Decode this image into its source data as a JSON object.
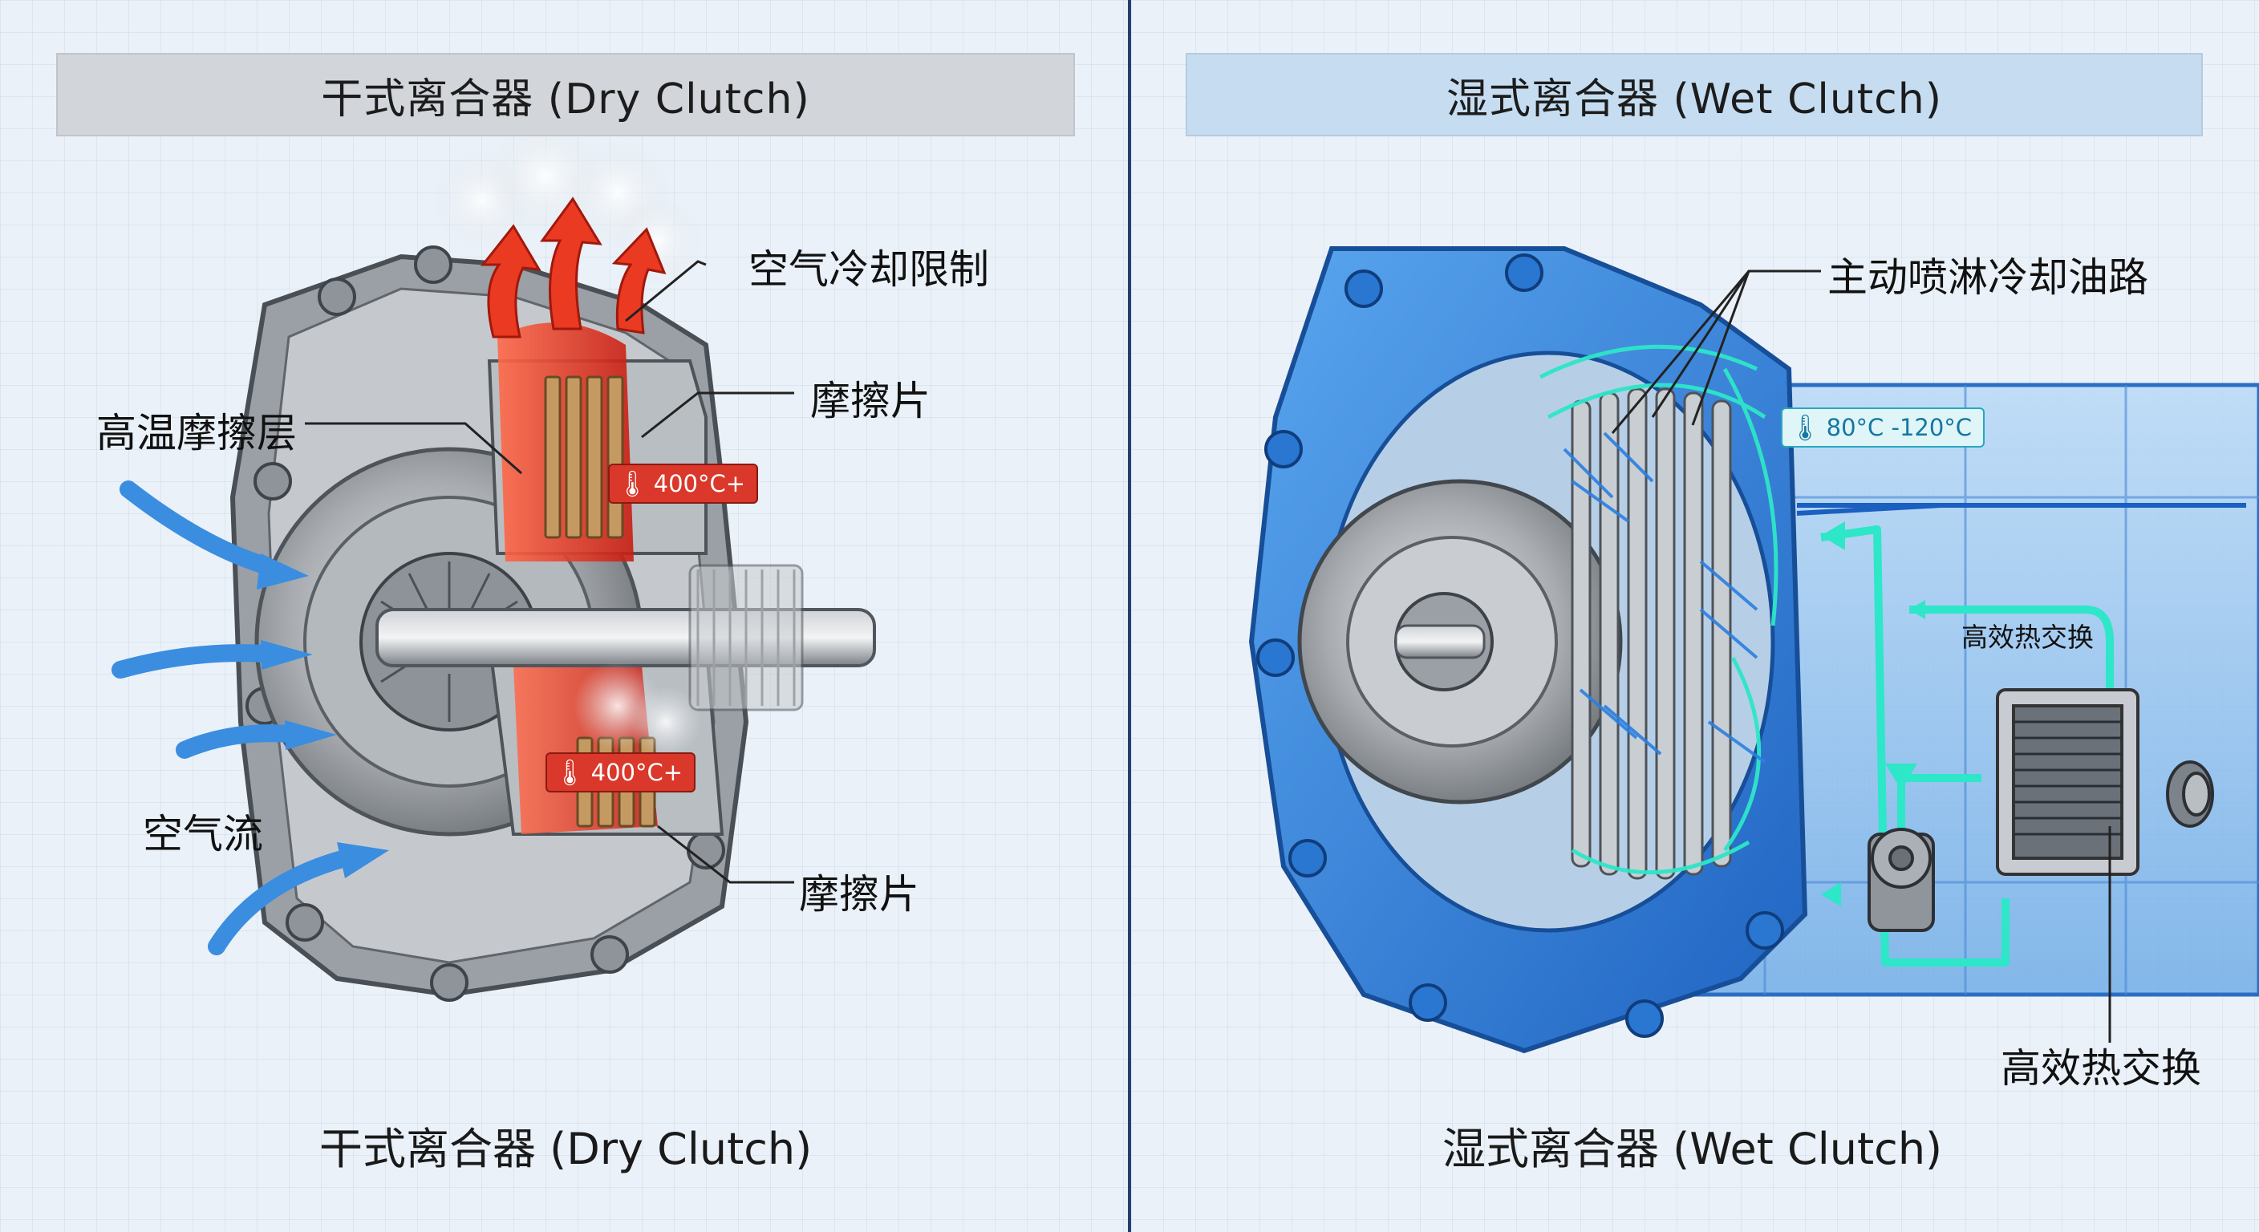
{
  "left": {
    "header": "干式离合器 (Dry Clutch)",
    "caption": "干式离合器 (Dry Clutch)",
    "labels": {
      "air_cooling_limit": "空气冷却限制",
      "friction_disc_top": "摩擦片",
      "hot_friction_layer": "高温摩擦层",
      "airflow": "空气流",
      "friction_disc_bottom": "摩擦片"
    },
    "temp_badges": [
      "400°C+",
      "400°C+"
    ]
  },
  "right": {
    "header": "湿式离合器 (Wet Clutch)",
    "caption": "湿式离合器 (Wet Clutch)",
    "labels": {
      "spray_cooling_circuit": "主动喷淋冷却油路",
      "heat_exchange_small": "高效热交换",
      "heat_exchange": "高效热交换"
    },
    "temp_badge": "80°C -120°C"
  },
  "colors": {
    "hot": "#d9382a",
    "cool_oil": "#2ee6c8",
    "housing_blue": "#3d8ee0",
    "air_arrow": "#3b8de0",
    "divider": "#24406e"
  },
  "icons": [
    "thermometer-icon",
    "airflow-arrow-icon",
    "heat-arrow-icon",
    "oil-flow-arrow-icon"
  ]
}
